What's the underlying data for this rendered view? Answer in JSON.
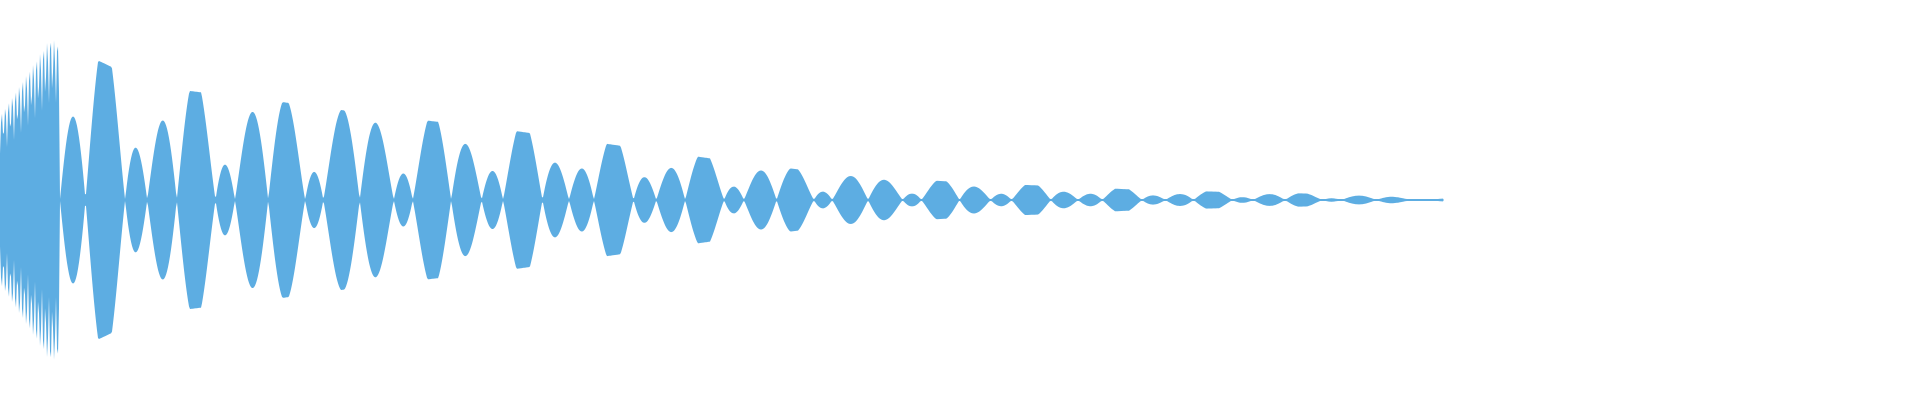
{
  "waveform": {
    "color": "#5dade2",
    "background": "#ffffff",
    "envelope": [
      {
        "t": 0.0,
        "a": 0.52
      },
      {
        "t": 0.026,
        "a": 1.0
      },
      {
        "t": 0.08,
        "a": 0.7
      },
      {
        "t": 0.15,
        "a": 0.6
      },
      {
        "t": 0.2,
        "a": 0.52
      },
      {
        "t": 0.26,
        "a": 0.44
      },
      {
        "t": 0.32,
        "a": 0.34
      },
      {
        "t": 0.38,
        "a": 0.24
      },
      {
        "t": 0.45,
        "a": 0.14
      },
      {
        "t": 0.52,
        "a": 0.1
      },
      {
        "t": 0.6,
        "a": 0.06
      },
      {
        "t": 0.68,
        "a": 0.04
      },
      {
        "t": 0.75,
        "a": 0.01
      }
    ],
    "end_fraction": 0.752
  }
}
